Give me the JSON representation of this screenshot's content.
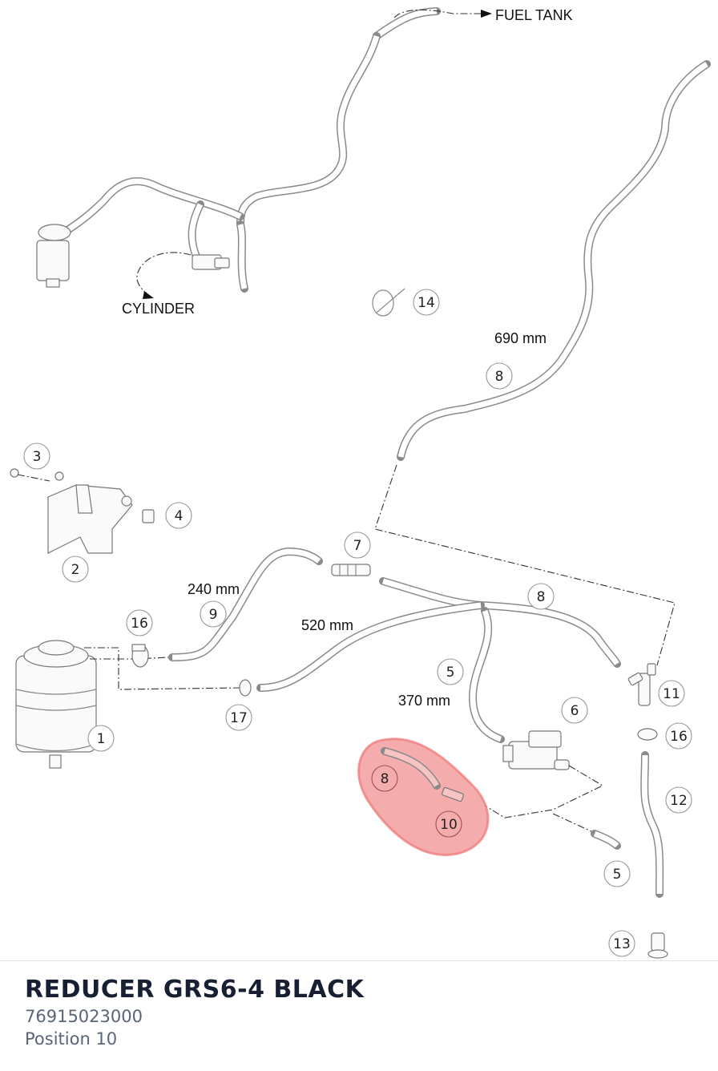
{
  "diagram": {
    "labels": {
      "fuel_tank": "FUEL TANK",
      "cylinder": "CYLINDER",
      "len_690": "690 mm",
      "len_240": "240 mm",
      "len_520": "520 mm",
      "len_370": "370 mm"
    },
    "callouts": {
      "c1": "1",
      "c2": "2",
      "c3": "3",
      "c4": "4",
      "c5a": "5",
      "c5b": "5",
      "c6": "6",
      "c7": "7",
      "c8a": "8",
      "c8b": "8",
      "c8c": "8",
      "c9": "9",
      "c10": "10",
      "c11": "11",
      "c12": "12",
      "c13": "13",
      "c14": "14",
      "c16a": "16",
      "c16b": "16",
      "c17": "17"
    },
    "highlight_color": "#f08080"
  },
  "part": {
    "name": "REDUCER GRS6-4 BLACK",
    "number": "76915023000",
    "position": "Position 10"
  }
}
